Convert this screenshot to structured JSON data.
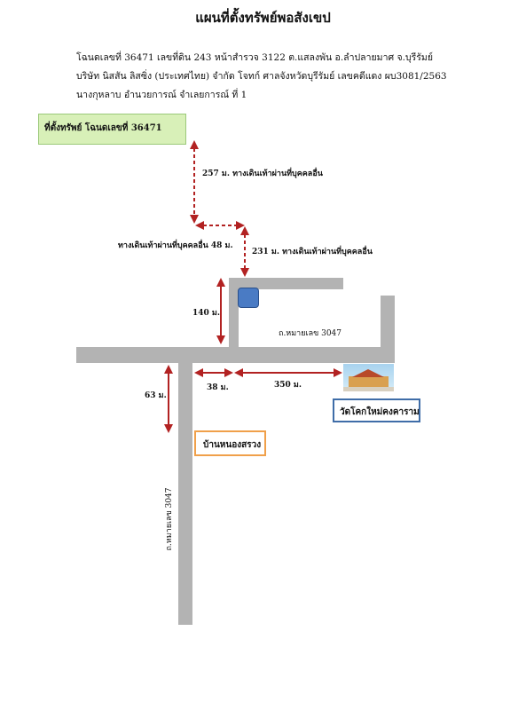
{
  "header": {
    "title": "แผนที่ตั้งทรัพย์พอสังเขป",
    "line1": "โฉนดเลขที่ 36471 เลขที่ดิน 243 หน้าสำรวจ 3122 ต.แสลงพัน อ.ลำปลายมาศ จ.บุรีรัมย์",
    "line2": "บริษัท นิสสัน ลิสซิ่ง (ประเทศไทย) จำกัด โจทก์   ศาลจังหวัดบุรีรัมย์  เลขคดีแดง ผบ3081/2563",
    "line3": "นางกุหลาบ อำนวยการณ์ จำเลยการณ์ ที่ 1"
  },
  "map": {
    "property_label": "ที่ตั้งทรัพย์ โฉนดเลขที่ 36471",
    "dist_257": "257 ม. ทางเดินเท้าผ่านที่บุคคลอื่น",
    "dist_48": "ทางเดินเท้าผ่านที่บุคคลอื่น  48 ม.",
    "dist_231": "231 ม.  ทางเดินเท้าผ่านที่บุคคลอื่น",
    "dist_140": "140 ม.",
    "road_h": "ถ.หมายเลข 3047",
    "dist_38": "38 ม.",
    "dist_350": "350 ม.",
    "dist_63": "63 ม.",
    "temple": "วัดโคกใหม่คงคาราม",
    "village": "บ้านหนองสรวง",
    "road_v": "ถ.หมายเลข 3047"
  },
  "colors": {
    "road": "#b3b3b3",
    "arrow": "#b22222",
    "property_box_fill": "#d8f0b8",
    "marker": "#4a7bc4",
    "temple_border": "#3f6da8",
    "village_border": "#f0a04a"
  }
}
